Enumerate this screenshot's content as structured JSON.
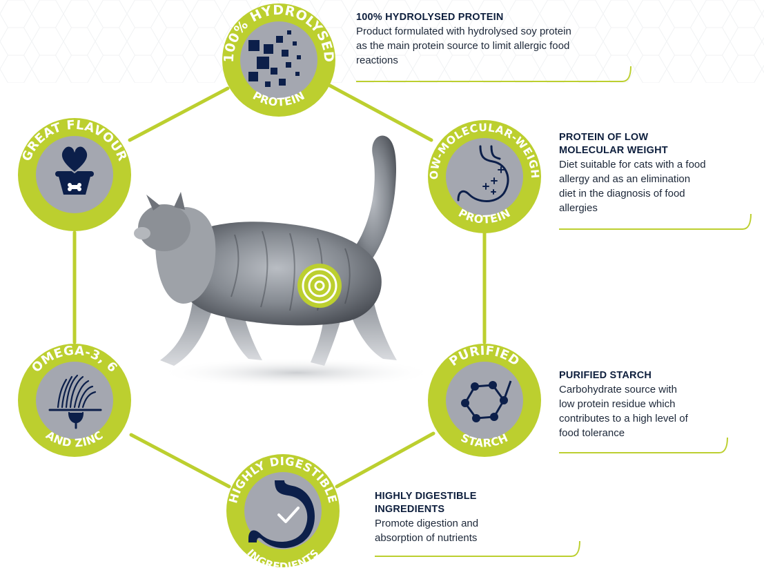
{
  "colors": {
    "accent": "#bccf2f",
    "navy": "#0c1f4a",
    "icon_bg": "#a4a7b0",
    "text": "#1c2738"
  },
  "badges": [
    {
      "id": "hydrolysed",
      "top": "100% HYDROLYSED",
      "bottom": "PROTEIN",
      "icon": "pixel-cluster-icon"
    },
    {
      "id": "low-molecular",
      "top": "LOW-MOLECULAR-WEIGHT",
      "bottom": "PROTEIN",
      "icon": "stomach-sparkle-icon"
    },
    {
      "id": "purified",
      "top": "PURIFIED",
      "bottom": "STARCH",
      "icon": "molecule-ring-icon"
    },
    {
      "id": "digestible",
      "top": "HIGHLY DIGESTIBLE",
      "bottom": "INGREDIENTS",
      "icon": "stomach-check-icon"
    },
    {
      "id": "omega",
      "top": "OMEGA-3, 6",
      "bottom": "AND ZINC",
      "icon": "hair-follicle-icon"
    },
    {
      "id": "flavour",
      "top": "GREAT FLAVOUR",
      "bottom": "",
      "icon": "heart-bowl-icon"
    }
  ],
  "descriptions": {
    "hydrolysed": {
      "title": "100% HYDROLYSED PROTEIN",
      "body": "Product formulated with hydrolysed soy protein\nas the main protein source to limit allergic food\nreactions"
    },
    "low_molecular": {
      "title": "PROTEIN OF LOW\nMOLECULAR WEIGHT",
      "body": "Diet suitable for cats with a food\nallergy and as an elimination\ndiet in the diagnosis of food\nallergies"
    },
    "purified": {
      "title": "PURIFIED STARCH",
      "body": "Carbohydrate source with\nlow protein residue which\ncontributes to a high level of\nfood tolerance"
    },
    "digestible": {
      "title": "HIGHLY DIGESTIBLE\nINGREDIENTS",
      "body": "Promote digestion and\nabsorption of nutrients"
    }
  },
  "center_image": "cat-illustration"
}
